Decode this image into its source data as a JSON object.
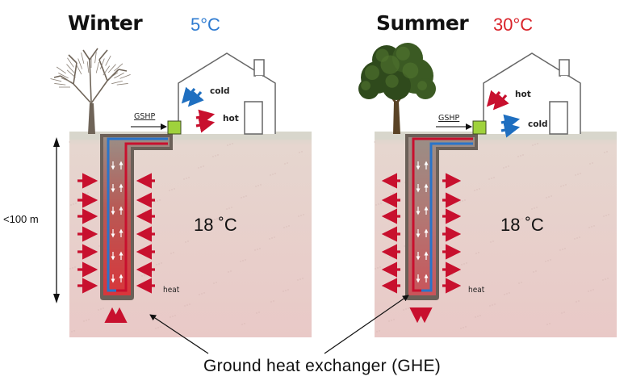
{
  "winter": {
    "title": "Winter",
    "outdoor_temp": "5°C",
    "outdoor_temp_color": "#2e7bd1",
    "ground_temp": "18 ˚C",
    "gshp_label": "GSHP",
    "upper_label": "cold",
    "lower_label": "hot",
    "heat_label": "heat"
  },
  "summer": {
    "title": "Summer",
    "outdoor_temp": "30°C",
    "outdoor_temp_color": "#d9232a",
    "ground_temp": "18 ˚C",
    "gshp_label": "GSHP",
    "upper_label": "hot",
    "lower_label": "cold",
    "heat_label": "heat"
  },
  "depth_label": "<100  m",
  "caption": "Ground heat exchanger (GHE)",
  "colors": {
    "hot_arrow": "#c8102e",
    "cold_arrow": "#1f6fc0",
    "soil": "#e8cfcb",
    "surface": "#d8d6cc",
    "pump_unit": "#9fd23c"
  }
}
